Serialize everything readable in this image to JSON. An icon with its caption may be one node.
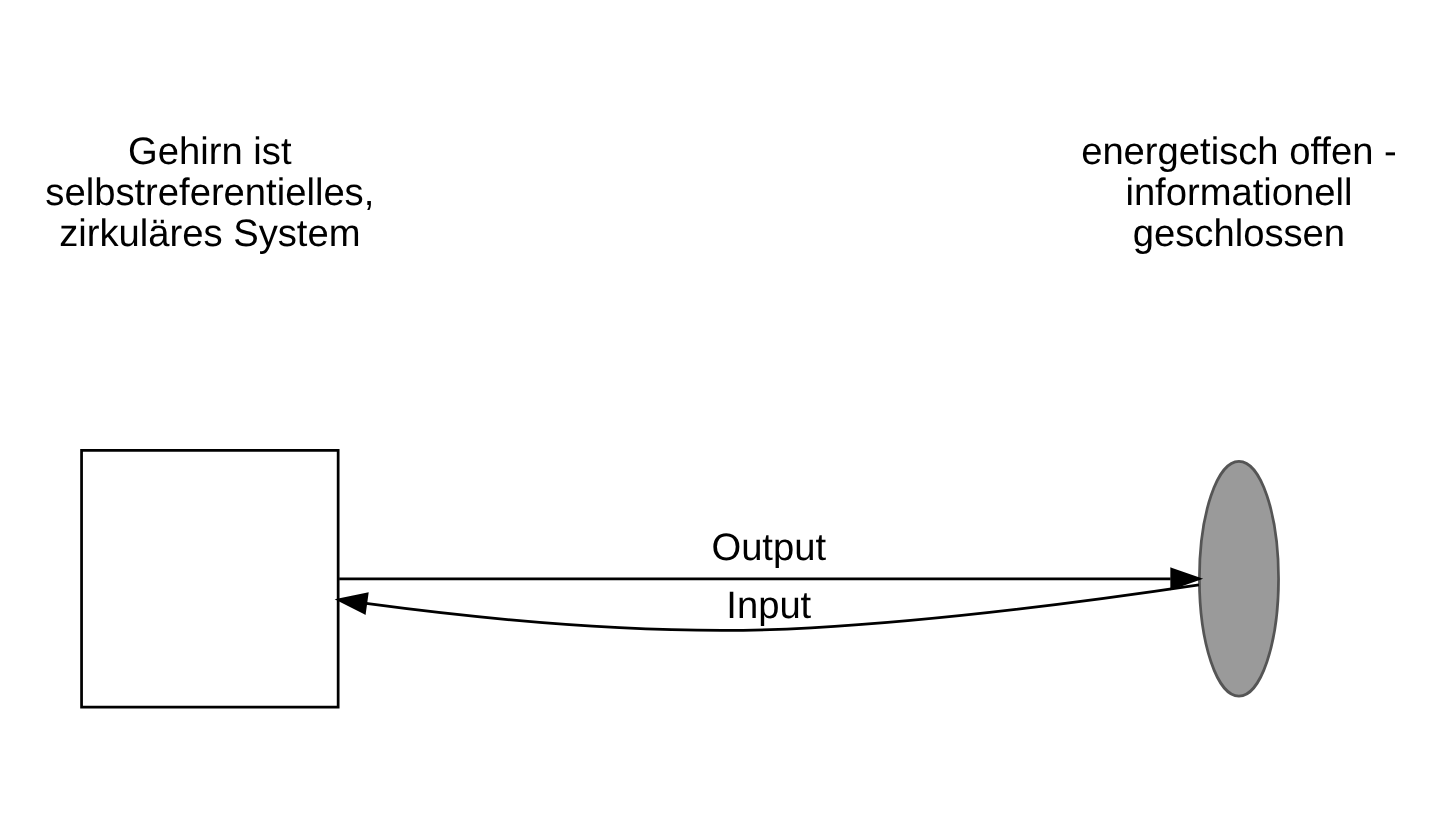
{
  "diagram": {
    "nodes": [
      {
        "text": [],
        "shape": "box"
      },
      {
        "text": [],
        "shape": "ellipse"
      }
    ],
    "edges": [
      {
        "from": 1,
        "to": 0,
        "arrow": "to",
        "label": "Input"
      },
      {
        "from": 0,
        "to": 1,
        "arrow": "to",
        "label": "Output"
      }
    ],
    "labels": [
      "Gehirn ist selbstreferentielles, zirkuläres System",
      "energetisch offen - informationell geschlossen"
    ]
  }
}
